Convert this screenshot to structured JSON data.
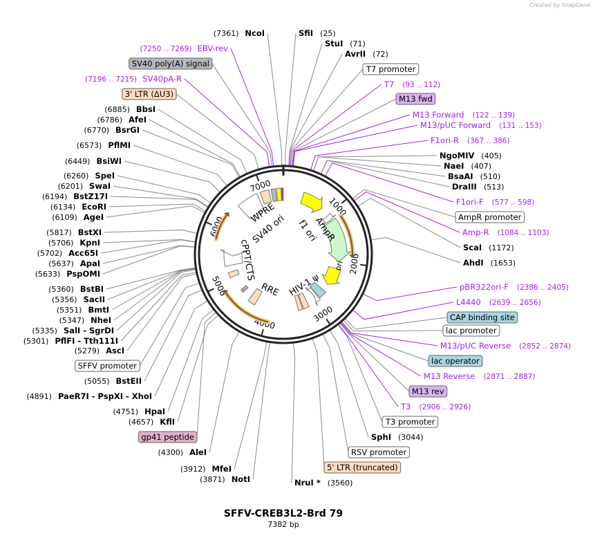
{
  "watermark": "Created by SnapGene",
  "plasmid": {
    "name": "SFFV-CREB3L2-Brd 79",
    "length_label": "7382 bp",
    "length": 7382
  },
  "tick_labels": [
    "1000",
    "2000",
    "3000",
    "4000",
    "5000",
    "6000",
    "7000"
  ],
  "inner_features": {
    "wpre": "WPRE",
    "sv40_ori": "SV40 ori",
    "f1_ori": "f1 ori",
    "ampr": "AmpR",
    "ori": "ori",
    "hiv_psi": "HIV-1 ψ",
    "rre": "RRE",
    "cppt": "cPPT/CTS"
  },
  "colors": {
    "primer": "#a020f0",
    "ori": "#ffff00",
    "ampr": "#ccf7cc",
    "ltr": "#fbdcbf",
    "arrow": "#f5c070"
  },
  "labels": [
    {
      "side": "L",
      "kind": "enzyme",
      "name": "NcoI",
      "pos": "(7361)",
      "bp": 7361
    },
    {
      "side": "R",
      "kind": "enzyme",
      "name": "SfiI",
      "pos": "(25)",
      "bp": 25
    },
    {
      "side": "R",
      "kind": "enzyme",
      "name": "StuI",
      "pos": "(71)",
      "bp": 71
    },
    {
      "side": "R",
      "kind": "enzyme",
      "name": "AvrII",
      "pos": "(72)",
      "bp": 72
    },
    {
      "side": "R",
      "kind": "box",
      "name": "T7 promoter",
      "fill": "#ffffff",
      "bp": 80
    },
    {
      "side": "R",
      "kind": "primer",
      "name": "T7",
      "pos": "(93 .. 112)",
      "bp": 93
    },
    {
      "side": "R",
      "kind": "box",
      "name": "M13 fwd",
      "fill": "#d9b3f0",
      "bp": 110
    },
    {
      "side": "R",
      "kind": "primer",
      "name": "M13 Forward",
      "pos": "(122 .. 139)",
      "bp": 122
    },
    {
      "side": "R",
      "kind": "primer",
      "name": "M13/pUC Forward",
      "pos": "(131 .. 153)",
      "bp": 131
    },
    {
      "side": "R",
      "kind": "primer",
      "name": "F1ori-R",
      "pos": "(367 .. 386)",
      "bp": 367
    },
    {
      "side": "R",
      "kind": "enzyme",
      "name": "NgoMIV",
      "pos": "(405)",
      "bp": 405
    },
    {
      "side": "R",
      "kind": "enzyme",
      "name": "NaeI",
      "pos": "(407)",
      "bp": 407
    },
    {
      "side": "R",
      "kind": "enzyme",
      "name": "BsaAI",
      "pos": "(510)",
      "bp": 510
    },
    {
      "side": "R",
      "kind": "enzyme",
      "name": "DraIII",
      "pos": "(513)",
      "bp": 513
    },
    {
      "side": "R",
      "kind": "primer",
      "name": "F1ori-F",
      "pos": "(577 .. 598)",
      "bp": 577
    },
    {
      "side": "R",
      "kind": "box",
      "name": "AmpR promoter",
      "fill": "#ffffff",
      "bp": 1050
    },
    {
      "side": "R",
      "kind": "primer",
      "name": "Amp-R",
      "pos": "(1084 .. 1103)",
      "bp": 1084
    },
    {
      "side": "R",
      "kind": "enzyme",
      "name": "ScaI",
      "pos": "(1172)",
      "bp": 1172
    },
    {
      "side": "R",
      "kind": "enzyme",
      "name": "AhdI",
      "pos": "(1653)",
      "bp": 1653
    },
    {
      "side": "R",
      "kind": "primer",
      "name": "pBR322ori-F",
      "pos": "(2386 .. 2405)",
      "bp": 2386
    },
    {
      "side": "R",
      "kind": "primer",
      "name": "L4440",
      "pos": "(2639 .. 2656)",
      "bp": 2639
    },
    {
      "side": "R",
      "kind": "box",
      "name": "CAP binding site",
      "fill": "#a8d5e0",
      "bp": 2790
    },
    {
      "side": "R",
      "kind": "box",
      "name": "lac promoter",
      "fill": "#ffffff",
      "bp": 2820
    },
    {
      "side": "R",
      "kind": "primer",
      "name": "M13/pUC Reverse",
      "pos": "(2852 .. 2874)",
      "bp": 2852
    },
    {
      "side": "R",
      "kind": "box",
      "name": "lac operator",
      "fill": "#a8d5e0",
      "bp": 2860
    },
    {
      "side": "R",
      "kind": "primer",
      "name": "M13 Reverse",
      "pos": "(2871 .. 2887)",
      "bp": 2871
    },
    {
      "side": "R",
      "kind": "box",
      "name": "M13 rev",
      "fill": "#d9b3f0",
      "bp": 2880
    },
    {
      "side": "R",
      "kind": "primer",
      "name": "T3",
      "pos": "(2906 .. 2926)",
      "bp": 2906
    },
    {
      "side": "R",
      "kind": "box",
      "name": "T3 promoter",
      "fill": "#ffffff",
      "bp": 2915
    },
    {
      "side": "R",
      "kind": "enzyme",
      "name": "SphI",
      "pos": "(3044)",
      "bp": 3044
    },
    {
      "side": "R",
      "kind": "box",
      "name": "RSV promoter",
      "fill": "#ffffff",
      "bp": 3150
    },
    {
      "side": "R",
      "kind": "box",
      "name": "5' LTR (truncated)",
      "fill": "#fbdcbf",
      "bp": 3300
    },
    {
      "side": "R",
      "kind": "enzyme",
      "name": "NruI *",
      "pos": "(3560)",
      "bp": 3560
    },
    {
      "side": "L",
      "kind": "primer",
      "name": "EBV-rev",
      "pos": "(7250 .. 7269)",
      "bp": 7250
    },
    {
      "side": "L",
      "kind": "box",
      "name": "SV40 poly(A) signal",
      "fill": "#b4b8bd",
      "bp": 7230
    },
    {
      "side": "L",
      "kind": "primer",
      "name": "SV40pA-R",
      "pos": "(7196 .. 7215)",
      "bp": 7196
    },
    {
      "side": "L",
      "kind": "box",
      "name": "3' LTR (ΔU3)",
      "fill": "#fbdcbf",
      "bp": 7050
    },
    {
      "side": "L",
      "kind": "enzyme",
      "name": "BbsI",
      "pos": "(6885)",
      "bp": 6885
    },
    {
      "side": "L",
      "kind": "enzyme",
      "name": "AfeI",
      "pos": "(6786)",
      "bp": 6786
    },
    {
      "side": "L",
      "kind": "enzyme",
      "name": "BsrGI",
      "pos": "(6770)",
      "bp": 6770
    },
    {
      "side": "L",
      "kind": "enzyme",
      "name": "PflMI",
      "pos": "(6573)",
      "bp": 6573
    },
    {
      "side": "L",
      "kind": "enzyme",
      "name": "BsiWI",
      "pos": "(6449)",
      "bp": 6449
    },
    {
      "side": "L",
      "kind": "enzyme",
      "name": "SpeI",
      "pos": "(6260)",
      "bp": 6260
    },
    {
      "side": "L",
      "kind": "enzyme",
      "name": "SwaI",
      "pos": "(6201)",
      "bp": 6201
    },
    {
      "side": "L",
      "kind": "enzyme",
      "name": "BstZ17I",
      "pos": "(6194)",
      "bp": 6194
    },
    {
      "side": "L",
      "kind": "enzyme",
      "name": "EcoRI",
      "pos": "(6134)",
      "bp": 6134
    },
    {
      "side": "L",
      "kind": "enzyme",
      "name": "AgeI",
      "pos": "(6109)",
      "bp": 6109
    },
    {
      "side": "L",
      "kind": "enzyme",
      "name": "BstXI",
      "pos": "(5817)",
      "bp": 5817
    },
    {
      "side": "L",
      "kind": "enzyme",
      "name": "KpnI",
      "pos": "(5706)",
      "bp": 5706
    },
    {
      "side": "L",
      "kind": "enzyme",
      "name": "Acc65I",
      "pos": "(5702)",
      "bp": 5702
    },
    {
      "side": "L",
      "kind": "enzyme",
      "name": "ApaI",
      "pos": "(5637)",
      "bp": 5637
    },
    {
      "side": "L",
      "kind": "enzyme",
      "name": "PspOMI",
      "pos": "(5633)",
      "bp": 5633
    },
    {
      "side": "L",
      "kind": "enzyme",
      "name": "BstBI",
      "pos": "(5360)",
      "bp": 5360
    },
    {
      "side": "L",
      "kind": "enzyme",
      "name": "SacII",
      "pos": "(5356)",
      "bp": 5356
    },
    {
      "side": "L",
      "kind": "enzyme",
      "name": "BmtI",
      "pos": "(5351)",
      "bp": 5351
    },
    {
      "side": "L",
      "kind": "enzyme",
      "name": "NheI",
      "pos": "(5347)",
      "bp": 5347
    },
    {
      "side": "L",
      "kind": "enzyme",
      "name": "SalI  - SgrDI",
      "pos": "(5335)",
      "bp": 5335
    },
    {
      "side": "L",
      "kind": "enzyme",
      "name": "PflFI  - Tth111I",
      "pos": "(5301)",
      "bp": 5301
    },
    {
      "side": "L",
      "kind": "enzyme",
      "name": "AscI",
      "pos": "(5279)",
      "bp": 5279
    },
    {
      "side": "L",
      "kind": "box",
      "name": "SFFV promoter",
      "fill": "#ffffff",
      "bp": 5150
    },
    {
      "side": "L",
      "kind": "enzyme",
      "name": "BstEII",
      "pos": "(5055)",
      "bp": 5055
    },
    {
      "side": "L",
      "kind": "enzyme",
      "name": "PaeR7I  - PspXI  - XhoI",
      "pos": "(4891)",
      "bp": 4891
    },
    {
      "side": "L",
      "kind": "enzyme",
      "name": "HpaI",
      "pos": "(4751)",
      "bp": 4751
    },
    {
      "side": "L",
      "kind": "enzyme",
      "name": "KflI",
      "pos": "(4657)",
      "bp": 4657
    },
    {
      "side": "L",
      "kind": "box",
      "name": "gp41 peptide",
      "fill": "#e0b0c8",
      "bp": 4700
    },
    {
      "side": "L",
      "kind": "enzyme",
      "name": "AleI",
      "pos": "(4300)",
      "bp": 4300
    },
    {
      "side": "L",
      "kind": "enzyme",
      "name": "MfeI",
      "pos": "(3912)",
      "bp": 3912
    },
    {
      "side": "L",
      "kind": "enzyme",
      "name": "NotI",
      "pos": "(3871)",
      "bp": 3871
    }
  ]
}
